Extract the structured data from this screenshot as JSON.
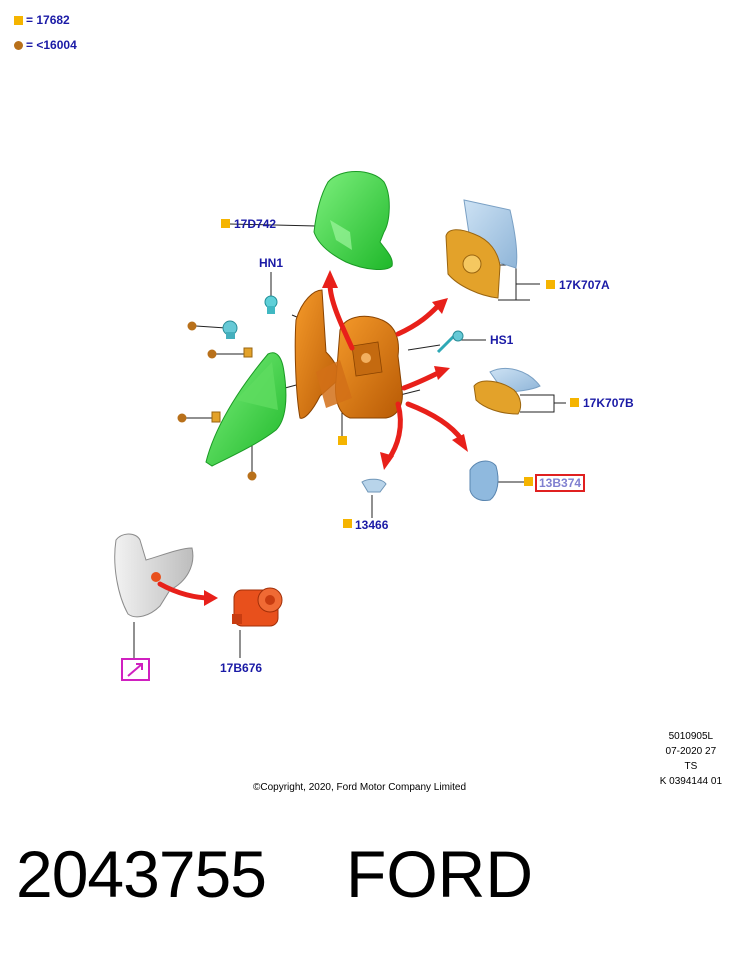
{
  "legend": {
    "square_value": "17682",
    "dot_value": "<16004",
    "equals": "="
  },
  "labels": {
    "cover": "17D742",
    "hn1": "HN1",
    "glass_a": "17K707A",
    "hs1": "HS1",
    "glass_b": "17K707B",
    "lamp_cover": "13B374",
    "clip": "13466",
    "motor": "17B676"
  },
  "meta": {
    "line1": "5010905L",
    "line2": "07-2020 27",
    "line3": "TS",
    "line4": "K 0394144 01"
  },
  "copyright": "©Copyright, 2020, Ford Motor Company Limited",
  "footer": {
    "part_number": "2043755",
    "brand": "FORD"
  },
  "colors": {
    "label_blue": "#1a1aa6",
    "marker_orange": "#f5b400",
    "dot_brown": "#b8701a",
    "cover_green": "#3fd94a",
    "housing_orange": "#e07a10",
    "arrow_red": "#e8201a",
    "glass_blue": "#a9c9e6",
    "motor_red": "#e8501c",
    "highlight_box": "#e02020",
    "link_box": "#d020c0"
  }
}
